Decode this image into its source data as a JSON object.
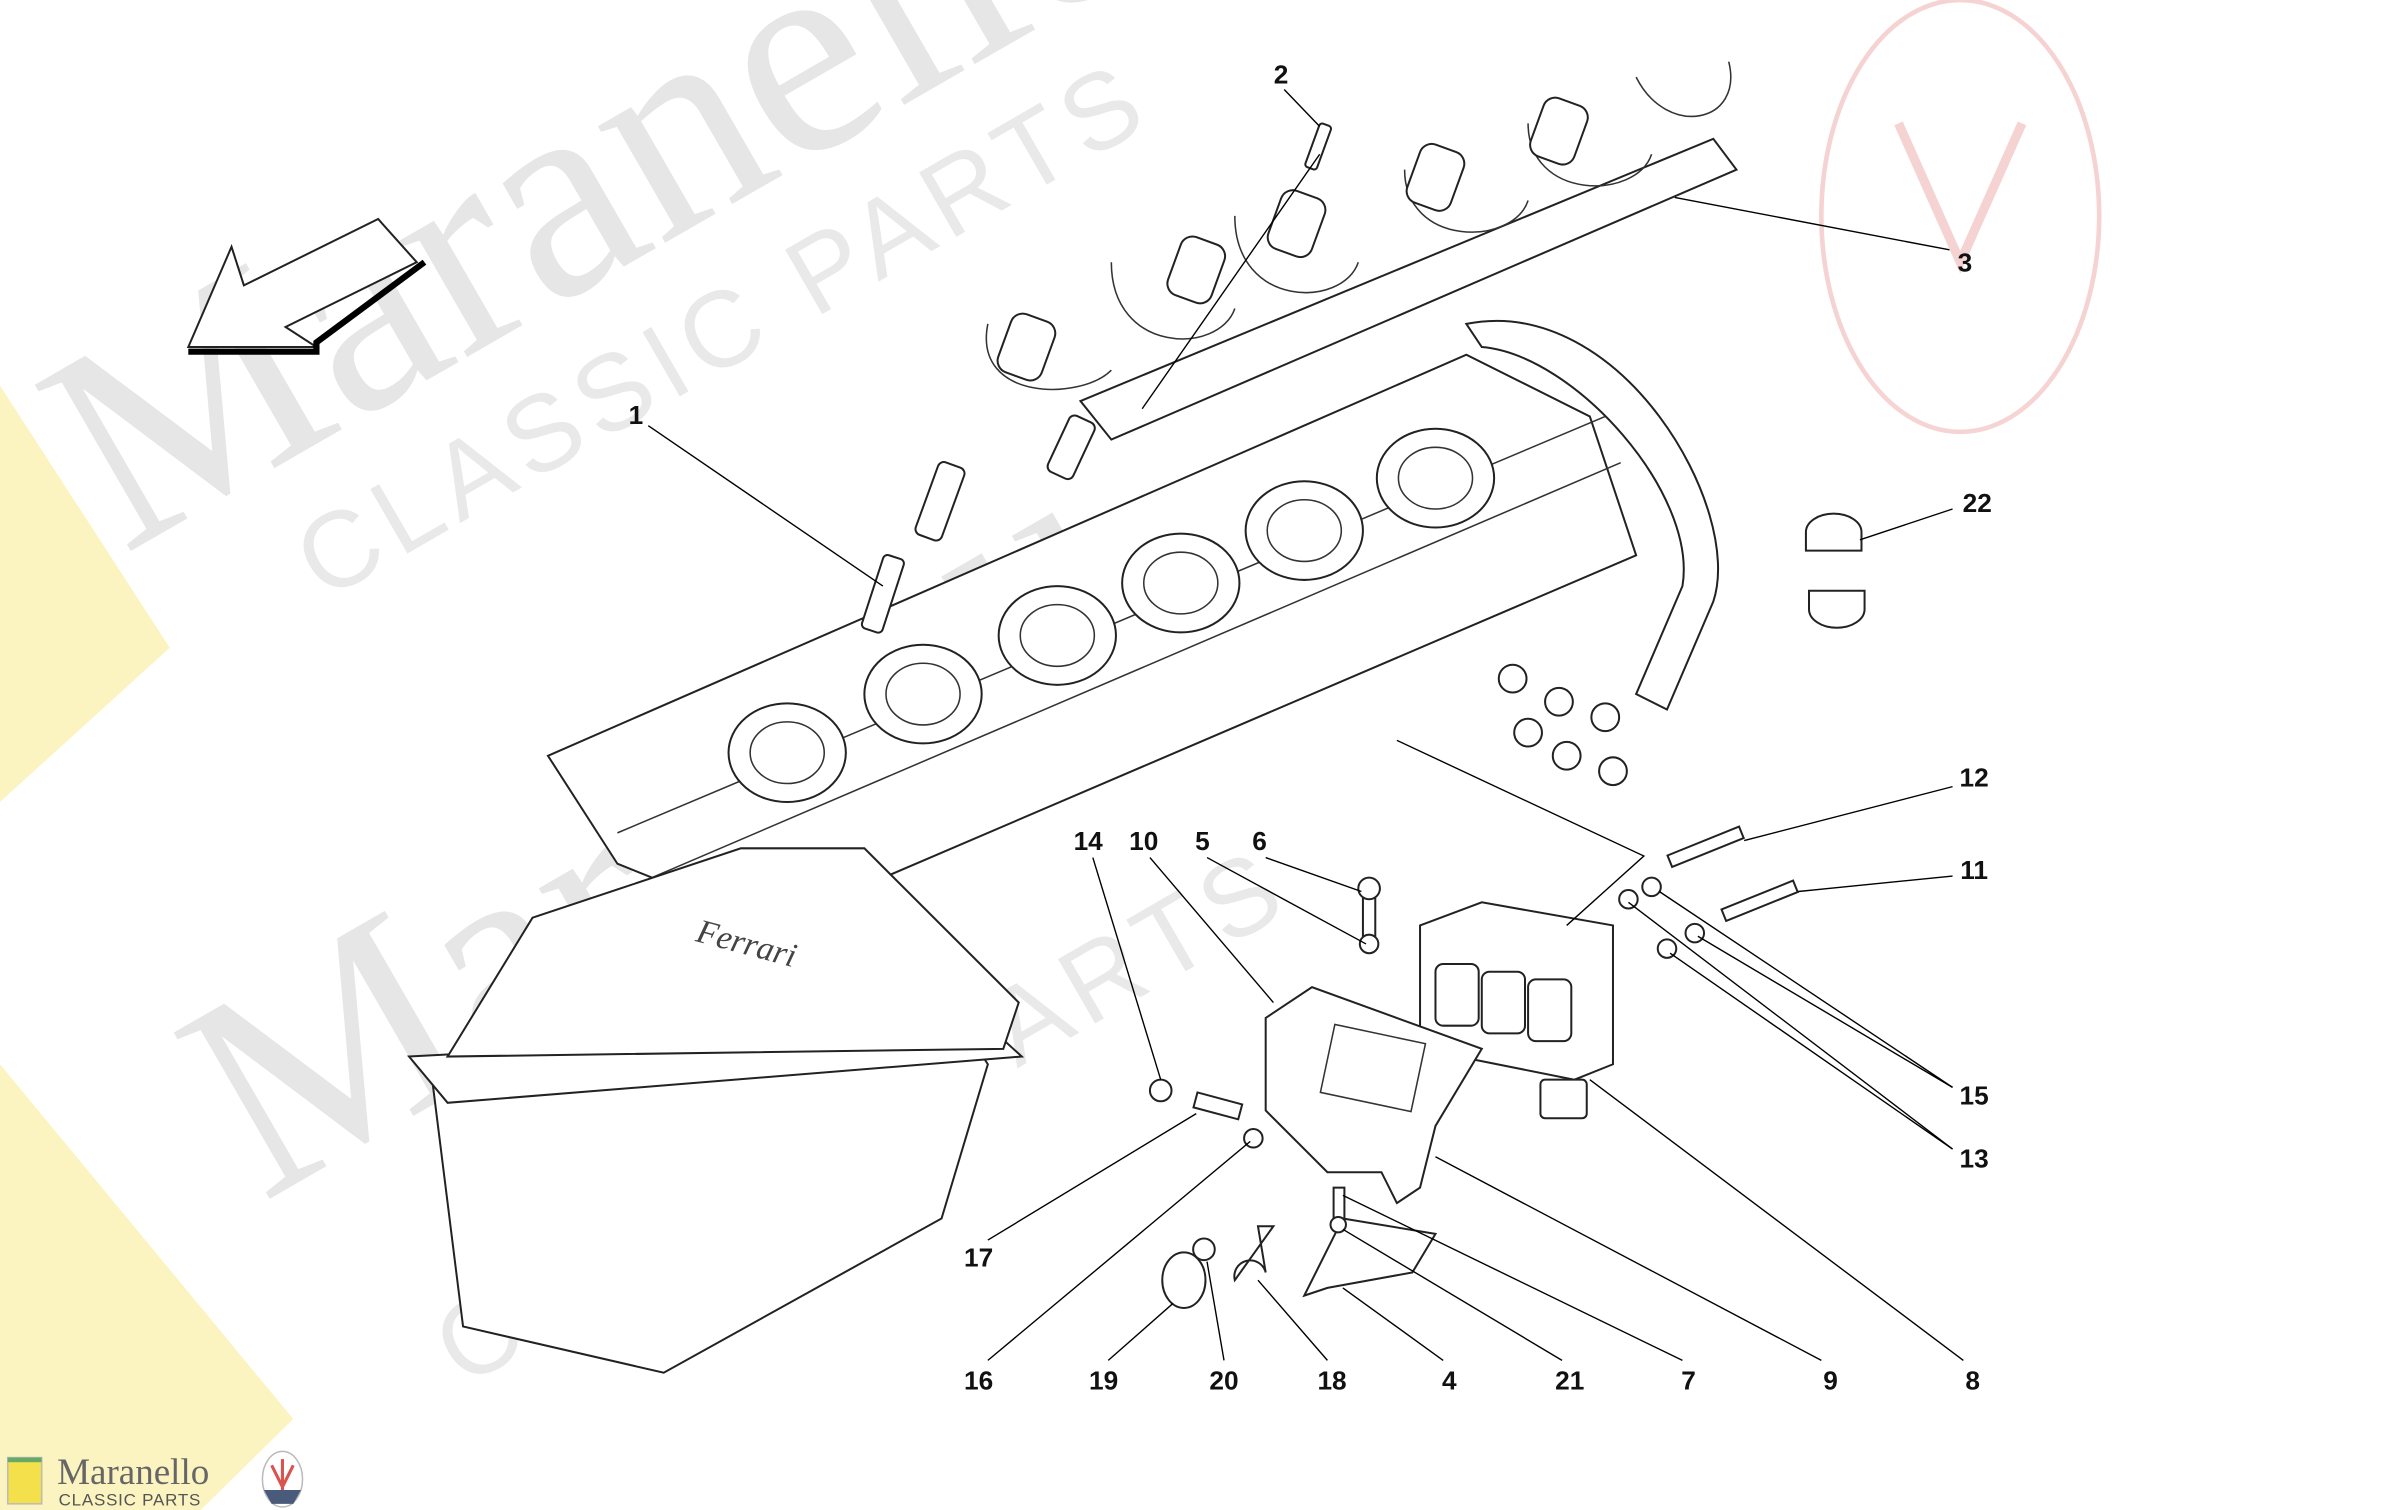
{
  "diagram": {
    "labels": {
      "p1": "1",
      "p2": "2",
      "p3": "3",
      "p4": "4",
      "p5": "5",
      "p6": "6",
      "p7": "7",
      "p8": "8",
      "p9": "9",
      "p10": "10",
      "p11": "11",
      "p12": "12",
      "p13": "13",
      "p14": "14",
      "p15": "15",
      "p16": "16",
      "p17": "17",
      "p18": "18",
      "p19": "19",
      "p20": "20",
      "p21": "21",
      "p22": "22"
    },
    "embossed_text": "Ferrari"
  },
  "watermark": {
    "name": "Maranello",
    "sub": "CLASSIC PARTS"
  },
  "logo": {
    "name": "Maranello",
    "sub": "CLASSIC PARTS",
    "left_badge": "Ferrari",
    "right_badge": "MASERATI"
  },
  "colors": {
    "badge_yellow": "#f3e04a",
    "maserati_red": "#d9534f",
    "maserati_blue": "#4a5a7a"
  }
}
